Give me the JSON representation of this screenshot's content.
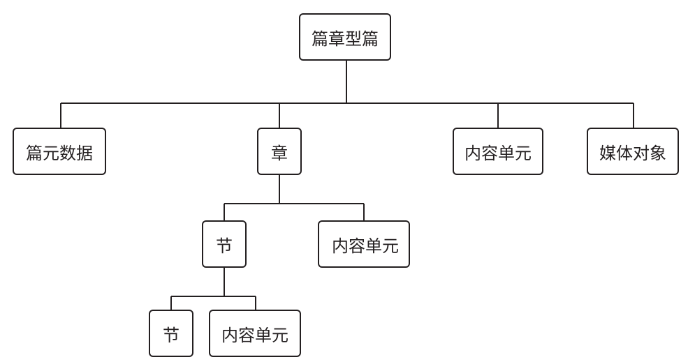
{
  "diagram": {
    "root": "篇章型篇",
    "level1": {
      "meta": "篇元数据",
      "chapter": "章",
      "content": "内容单元",
      "media": "媒体对象"
    },
    "level2": {
      "section": "节",
      "content": "内容单元"
    },
    "level3": {
      "section": "节",
      "content": "内容单元"
    }
  }
}
